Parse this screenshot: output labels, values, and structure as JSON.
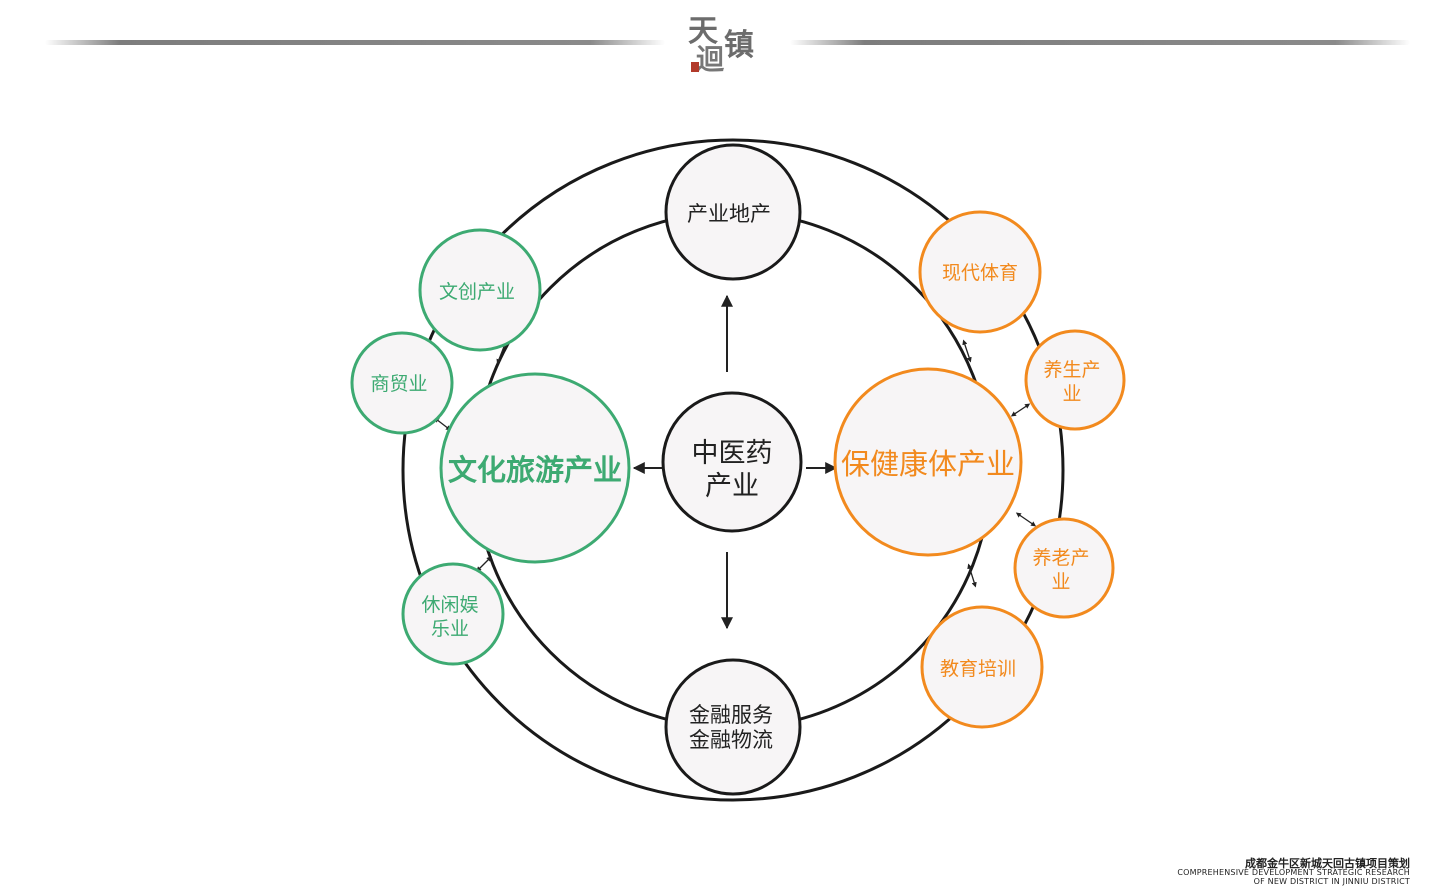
{
  "header": {
    "logo_chars": [
      "天",
      "镇",
      "迴"
    ]
  },
  "diagram": {
    "center": {
      "lines": [
        "中医药",
        "产业"
      ],
      "color": "#222222"
    },
    "top": {
      "lines": [
        "产业地产"
      ],
      "color": "#222222"
    },
    "bottom": {
      "lines": [
        "金融服务",
        "金融物流"
      ],
      "color": "#222222"
    },
    "left_hub": {
      "lines": [
        "文化旅游产业"
      ],
      "color": "#3daa72"
    },
    "right_hub": {
      "lines": [
        "保健康体产业"
      ],
      "color": "#f28a1e"
    },
    "left_satellites": [
      {
        "id": "wenchuang",
        "lines": [
          "文创产业"
        ]
      },
      {
        "id": "shangmao",
        "lines": [
          "商贸业"
        ]
      },
      {
        "id": "xiuxian",
        "lines": [
          "休闲娱",
          "乐业"
        ]
      }
    ],
    "right_satellites": [
      {
        "id": "tiyu",
        "lines": [
          "现代体育"
        ]
      },
      {
        "id": "yangsheng",
        "lines": [
          "养生产",
          "业"
        ]
      },
      {
        "id": "yanglao",
        "lines": [
          "养老产",
          "业"
        ]
      },
      {
        "id": "jiaoyu",
        "lines": [
          "教育培训"
        ]
      }
    ],
    "colors": {
      "green": "#3daa72",
      "orange": "#f28a1e",
      "ring": "#1a1a1a"
    }
  },
  "footer": {
    "cn": "成都金牛区新城天回古镇项目策划",
    "en_line1": "COMPREHENSIVE DEVELOPMENT STRATEGIC RESEARCH",
    "en_line2": "OF NEW DISTRICT IN JINNIU DISTRICT"
  }
}
